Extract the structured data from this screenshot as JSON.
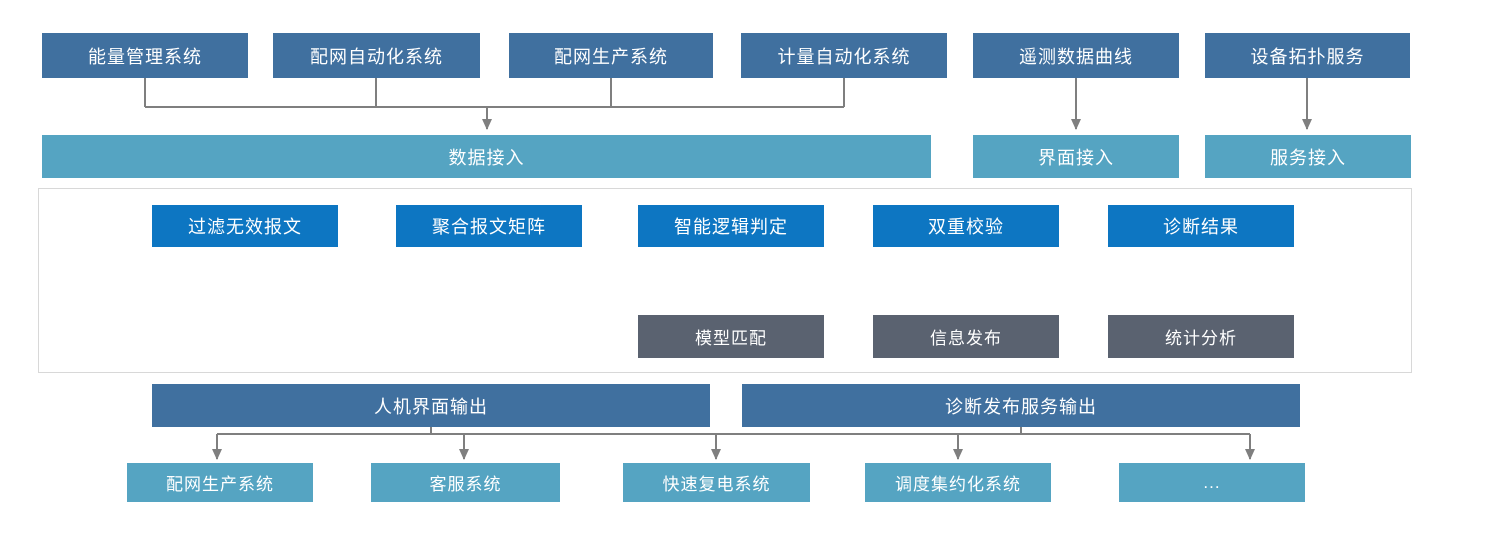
{
  "diagram": {
    "colors": {
      "steel_blue": "#40709F",
      "teal_blue": "#55A4C2",
      "azure_blue": "#0D76C2",
      "slate_gray": "#5A6270",
      "connector_gray": "#7F7F7F",
      "container_border": "#D8D8D8",
      "text": "#FFFFFF"
    },
    "top_sources": [
      {
        "label": "能量管理系统"
      },
      {
        "label": "配网自动化系统"
      },
      {
        "label": "配网生产系统"
      },
      {
        "label": "计量自动化系统"
      },
      {
        "label": "遥测数据曲线"
      },
      {
        "label": "设备拓扑服务"
      }
    ],
    "access_layer": [
      {
        "label": "数据接入"
      },
      {
        "label": "界面接入"
      },
      {
        "label": "服务接入"
      }
    ],
    "process_flow": [
      {
        "label": "过滤无效报文"
      },
      {
        "label": "聚合报文矩阵"
      },
      {
        "label": "智能逻辑判定"
      },
      {
        "label": "双重校验"
      },
      {
        "label": "诊断结果"
      }
    ],
    "diagnosis_functions": [
      {
        "label": "模型匹配"
      },
      {
        "label": "信息发布"
      },
      {
        "label": "统计分析"
      }
    ],
    "output_channels": [
      {
        "label": "人机界面输出"
      },
      {
        "label": "诊断发布服务输出"
      }
    ],
    "target_systems": [
      {
        "label": "配网生产系统"
      },
      {
        "label": "客服系统"
      },
      {
        "label": "快速复电系统"
      },
      {
        "label": "调度集约化系统"
      },
      {
        "label": "..."
      }
    ]
  }
}
